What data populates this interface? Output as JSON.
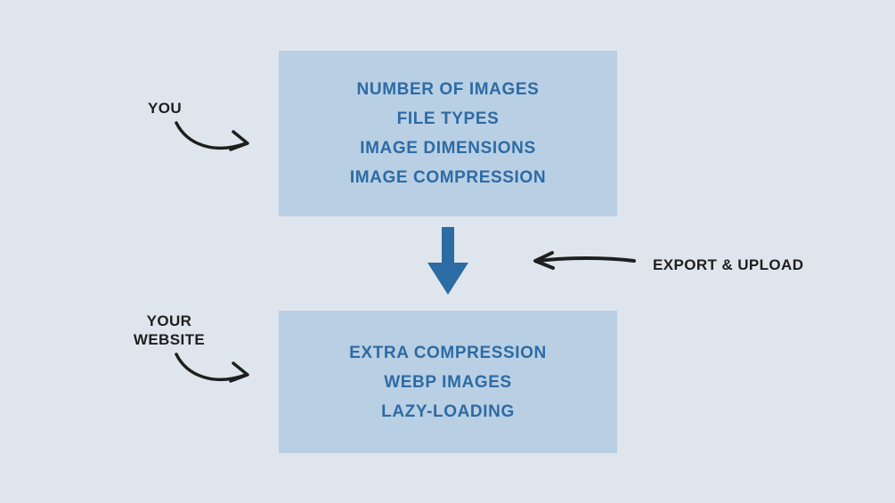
{
  "diagram": {
    "top_box": {
      "lines": [
        "NUMBER OF IMAGES",
        "FILE TYPES",
        "IMAGE DIMENSIONS",
        "IMAGE COMPRESSION"
      ]
    },
    "bottom_box": {
      "lines": [
        "EXTRA COMPRESSION",
        "WEBP IMAGES",
        "LAZY-LOADING"
      ]
    },
    "labels": {
      "you": "YOU",
      "your_website": "YOUR WEBSITE",
      "export_upload": "EXPORT & UPLOAD"
    },
    "colors": {
      "background": "#dfe5ec",
      "box_fill": "#b9cfe3",
      "box_text": "#2d6ba4",
      "label_text": "#1e1e1e",
      "down_arrow": "#2d6ba4",
      "hand_arrow": "#1e1e1e"
    }
  }
}
